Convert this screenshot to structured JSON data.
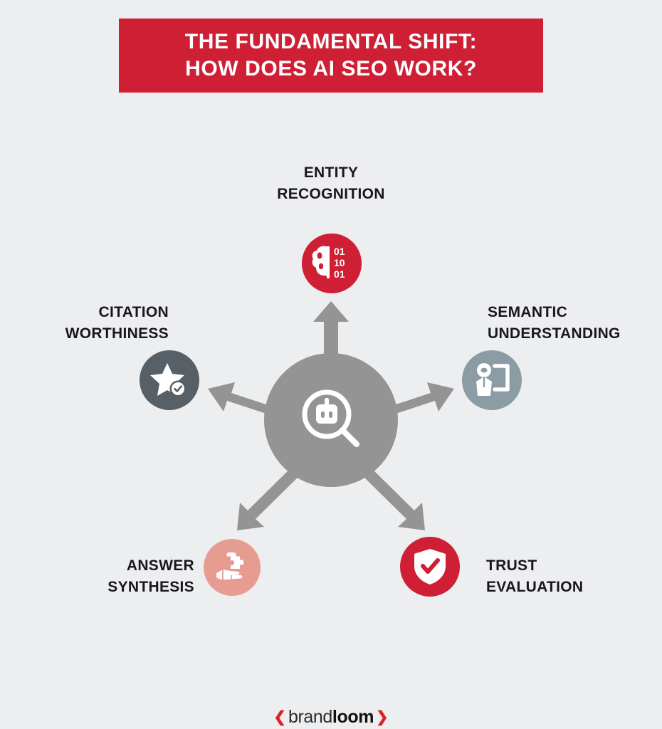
{
  "page": {
    "background_color": "#edeef0"
  },
  "title": {
    "line1": "THE FUNDAMENTAL SHIFT:",
    "line2": "HOW DOES AI SEO WORK?",
    "banner_color": "#ce1f35",
    "text_color": "#ffffff"
  },
  "diagram": {
    "type": "hub-and-spoke",
    "hub": {
      "label": "",
      "icon": "ai-search-bot-icon",
      "color": "#949494"
    },
    "arrow_color": "#949494",
    "nodes": [
      {
        "id": "entity-recognition",
        "label_line1": "ENTITY",
        "label_line2": "RECOGNITION",
        "icon": "brain-binary-icon",
        "color": "#ce1f35",
        "binary_rows": [
          "01",
          "10",
          "01"
        ],
        "position": "top"
      },
      {
        "id": "citation-worthiness",
        "label_line1": "CITATION",
        "label_line2": "WORTHINESS",
        "icon": "star-check-icon",
        "color": "#566066",
        "position": "left"
      },
      {
        "id": "semantic-understanding",
        "label_line1": "SEMANTIC",
        "label_line2": "UNDERSTANDING",
        "icon": "person-speech-icon",
        "color": "#8c9ca4",
        "position": "right"
      },
      {
        "id": "answer-synthesis",
        "label_line1": "ANSWER",
        "label_line2": "SYNTHESIS",
        "icon": "hand-puzzle-icon",
        "color": "#e79c92",
        "position": "bottom-left"
      },
      {
        "id": "trust-evaluation",
        "label_line1": "TRUST",
        "label_line2": "EVALUATION",
        "icon": "shield-check-icon",
        "color": "#ce1f35",
        "position": "bottom-right"
      }
    ]
  },
  "footer": {
    "chevron_left": "❮",
    "brand_light": "brand",
    "brand_bold": "loom",
    "chevron_right": "❯",
    "accent_color": "#d8232a"
  }
}
